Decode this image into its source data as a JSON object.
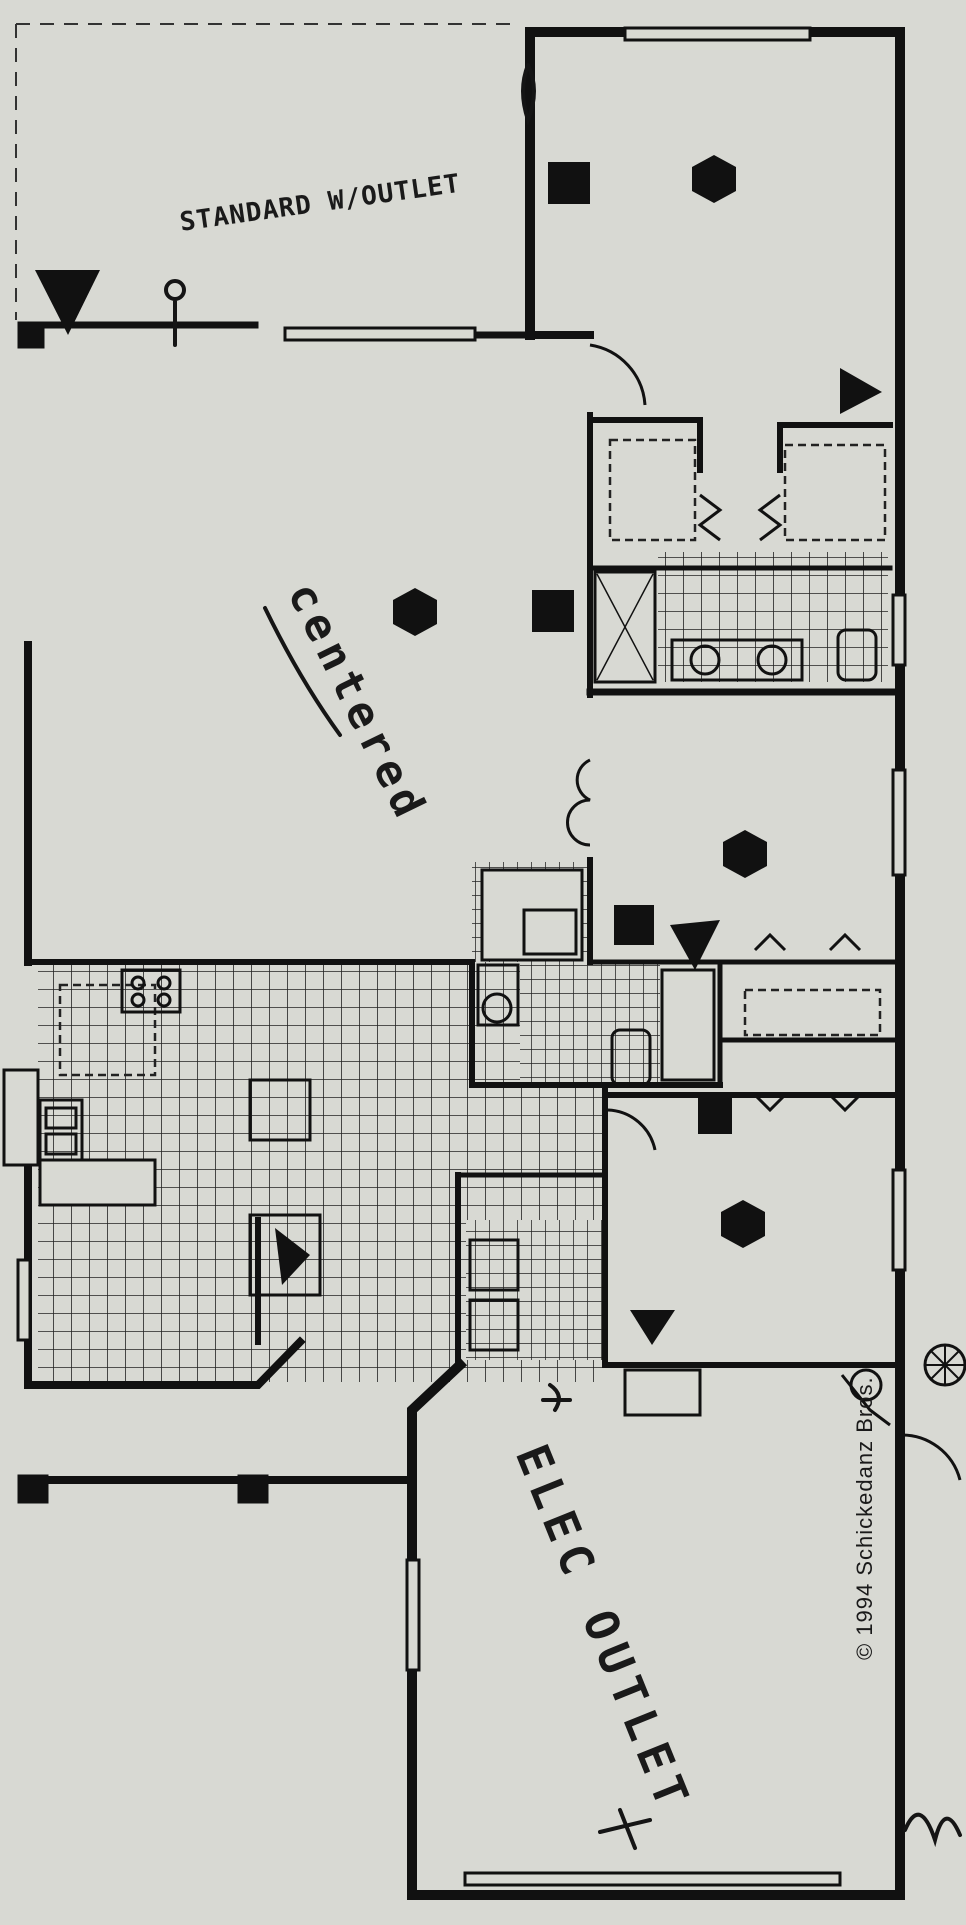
{
  "annotations": {
    "standard_outlet": "STANDARD W/OUTLET",
    "centered": "centered",
    "elec_outlet": "ELEC OUTLET"
  },
  "copyright": "© 1994 Schickedanz Bros.",
  "colors": {
    "paper": "#d8d9d3",
    "ink": "#141414",
    "tile_grid": "#2a2a2a"
  },
  "symbols": [
    "ceiling-fan-hexagon",
    "light-square",
    "tv-triangle",
    "phone-jack"
  ]
}
